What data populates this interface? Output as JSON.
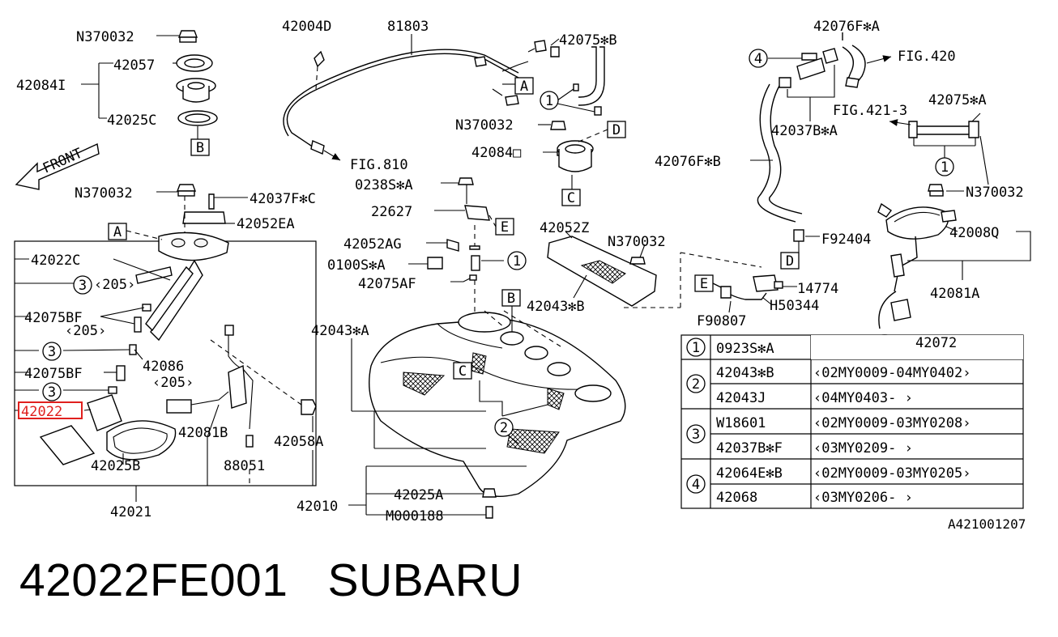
{
  "diagram": {
    "front_label": "FRONT",
    "fig_refs": [
      "FIG.810",
      "FIG.420",
      "FIG.421-3"
    ],
    "part_labels": {
      "n370032_a": "N370032",
      "p42057": "42057",
      "p42084i": "42084I",
      "p42025c": "42025C",
      "n370032_b": "N370032",
      "p42037fc": "42037F✻C",
      "p42052ea": "42052EA",
      "p42022c": "42022C",
      "p205_a": "‹205›",
      "p42075bf_a": "42075BF",
      "p205_b": "‹205›",
      "p42086": "42086",
      "p205_c": "‹205›",
      "p42075bf_b": "42075BF",
      "p42022": "42022",
      "p42081b": "42081B",
      "p42058a": "42058A",
      "p42025b": "42025B",
      "p88051": "88051",
      "p42021": "42021",
      "p42004d": "42004D",
      "p81803": "81803",
      "p42075a": "42075✻B",
      "n370032_c": "N370032",
      "p42084o": "42084□",
      "p0238sa": "0238S✻A",
      "p22627": "22627",
      "p42052ag": "42052AG",
      "p0100sa": "0100S✻A",
      "p42075af": "42075AF",
      "p42052z": "42052Z",
      "n370032_d": "N370032",
      "p42043b": "42043✻B",
      "p42043a": "42043✻A",
      "p42010": "42010",
      "p42025a": "42025A",
      "m000188": "M000188",
      "p42076fa": "42076F✻A",
      "p42037ba": "42037B✻A",
      "p42075a2": "42075✻A",
      "p42076fb": "42076F✻B",
      "n370032_e": "N370032",
      "p42008q": "42008Q",
      "f92404": "F92404",
      "p42081a": "42081A",
      "p14774": "14774",
      "h50344": "H50344",
      "f90807": "F90807",
      "p42072": "42072"
    },
    "callout_letters": [
      "A",
      "B",
      "C",
      "D",
      "E"
    ],
    "callout_numbers": [
      "1",
      "2",
      "3",
      "4"
    ],
    "highlighted_part": "42022",
    "diagram_code": "A421001207"
  },
  "legend_table": {
    "rows": [
      {
        "ref": "1",
        "part": "0923S✻A",
        "range": ""
      },
      {
        "ref": "2",
        "part": "42043✻B",
        "range": "‹02MY0009-04MY0402›"
      },
      {
        "ref": "",
        "part": "42043J",
        "range": "‹04MY0403-          ›"
      },
      {
        "ref": "3",
        "part": "W18601",
        "range": "‹02MY0009-03MY0208›"
      },
      {
        "ref": "",
        "part": "42037B✻F",
        "range": "‹03MY0209-          ›"
      },
      {
        "ref": "4",
        "part": "42064E✻B",
        "range": "‹02MY0009-03MY0205›"
      },
      {
        "ref": "",
        "part": "42068",
        "range": "‹03MY0206-          ›"
      }
    ]
  },
  "caption": {
    "part_number": "42022FE001",
    "brand": "SUBARU"
  },
  "colors": {
    "highlight": "#e0201e",
    "ink": "#000000",
    "background": "#ffffff"
  }
}
